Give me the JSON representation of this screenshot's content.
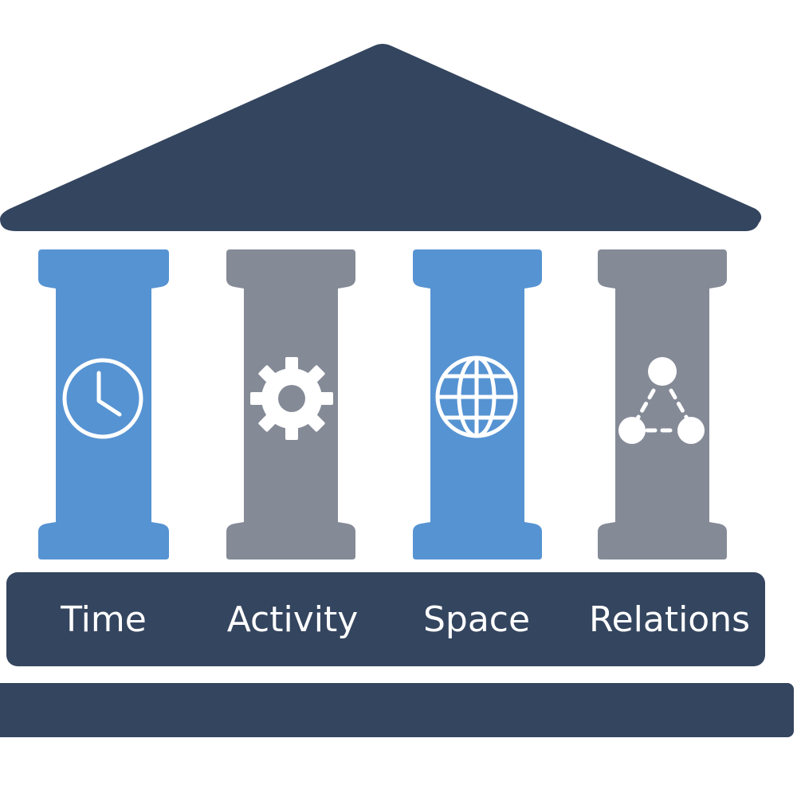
{
  "colors": {
    "roof": "#34455f",
    "blue_pillar": "#5693d2",
    "gray_pillar": "#858a97",
    "base": "#34455f",
    "icon": "#ffffff",
    "background": "#ffffff"
  },
  "pillars": [
    {
      "label": "Time",
      "color": "blue_pillar",
      "icon": "clock-icon"
    },
    {
      "label": "Activity",
      "color": "gray_pillar",
      "icon": "gear-icon"
    },
    {
      "label": "Space",
      "color": "blue_pillar",
      "icon": "globe-icon"
    },
    {
      "label": "Relations",
      "color": "gray_pillar",
      "icon": "network-icon"
    }
  ]
}
